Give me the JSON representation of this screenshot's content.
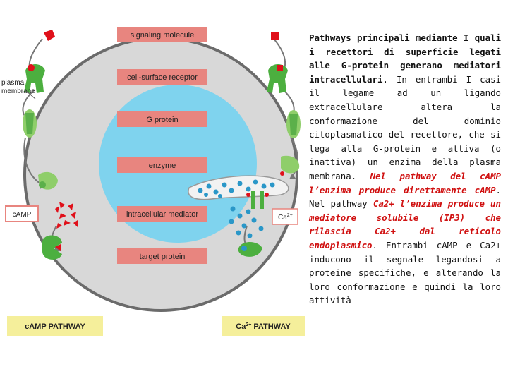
{
  "diagram": {
    "steps": [
      "signaling molecule",
      "cell-surface receptor",
      "G protein",
      "enzyme",
      "intracellular mediator",
      "target protein"
    ],
    "plasma_membrane_label": "plasma membrane",
    "camp_label": "cAMP",
    "calcium_label": "Ca",
    "calcium_charge": "2+",
    "camp_pathway_label": "cAMP PATHWAY",
    "calcium_pathway_label_ca": "Ca",
    "calcium_pathway_label_charge": "2+",
    "calcium_pathway_label_rest": " PATHWAY",
    "colors": {
      "cell_fill": "#d8d8d8",
      "cell_border": "#6b6b6b",
      "nucleus": "#7fd3ee",
      "label_box": "#e8857f",
      "protein_green": "#4caf3f",
      "signal_red": "#e0101a",
      "er_fill": "#f2f2f2",
      "pathway_box": "#f5ef9b",
      "calcium_dot": "#2a97c8"
    }
  },
  "text": {
    "p1_bold": "Pathways principali mediante I quali i recettori di superficie legati alle G-protein generano mediatori intracellulari",
    "p1_rest": ". In entrambi I casi il legame ad un ligando extracellulare altera la conformazione del dominio citoplasmatico del recettore, che si lega alla  G-protein e attiva (o inattiva) un enzima della plasma membrana. ",
    "p1_red1": "Nel pathway del cAMP l’enzima produce direttamente cAMP",
    "p1_mid": ". Nel pathway ",
    "p1_red2": "Ca2+ l’enzima produce un mediatore solubile (IP3) che rilascia Ca2+ dal reticolo endoplasmico",
    "p1_end": ". Entrambi cAMP e Ca2+ inducono il segnale legandosi a proteine specifiche,  e alterando la loro conformazione e quindi la loro  attività"
  }
}
